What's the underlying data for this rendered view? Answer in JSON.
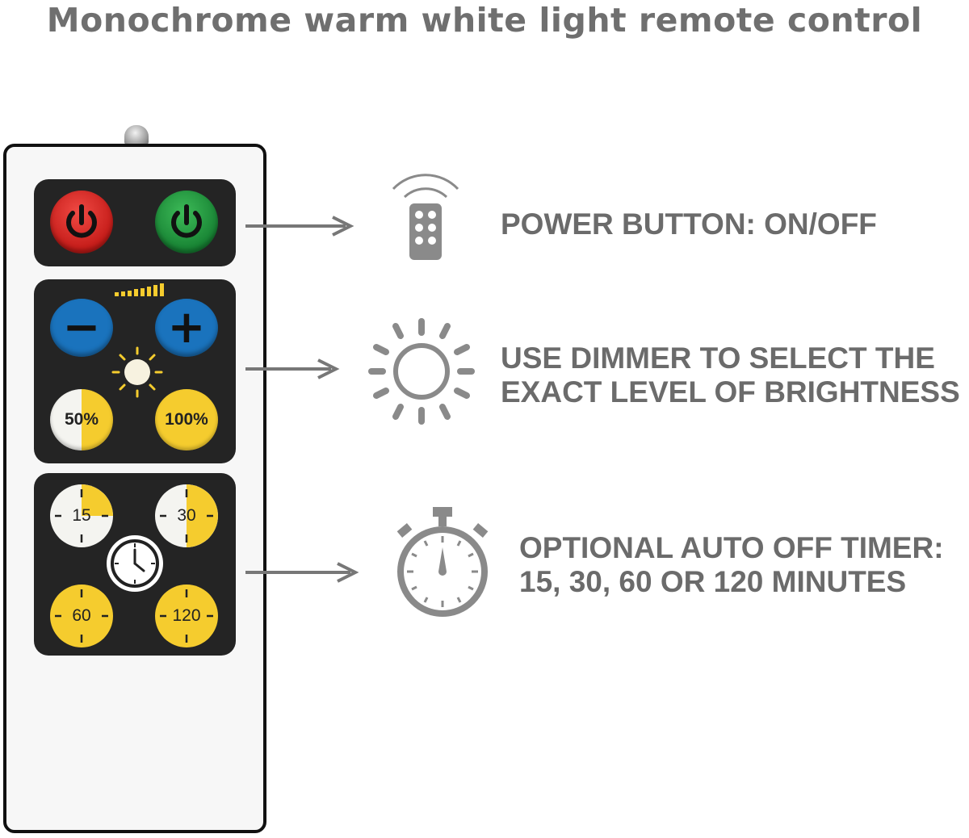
{
  "title": "Monochrome warm white light remote control",
  "remote": {
    "power_off_icon": "power-icon",
    "power_on_icon": "power-icon",
    "minus_label": "−",
    "plus_label": "+",
    "btn_50_label": "50%",
    "btn_100_label": "100%",
    "timer_15_label": "15",
    "timer_30_label": "30",
    "timer_60_label": "60",
    "timer_120_label": "120"
  },
  "features": [
    {
      "icon": "remote-control-icon",
      "line1": "POWER BUTTON: ON/OFF"
    },
    {
      "icon": "sun-icon",
      "line1": "USE DIMMER TO SELECT THE",
      "line2": "EXACT LEVEL OF BRIGHTNESS"
    },
    {
      "icon": "stopwatch-icon",
      "line1": "OPTIONAL AUTO OFF TIMER:",
      "line2": "15, 30, 60 OR 120 MINUTES"
    }
  ],
  "colors": {
    "power_off": "#d92a26",
    "power_on": "#1e9a3d",
    "dimmer_blue": "#1a73bd",
    "warm_yellow": "#f5cc2e",
    "panel": "#242424",
    "text_gray": "#6b6b6b"
  }
}
